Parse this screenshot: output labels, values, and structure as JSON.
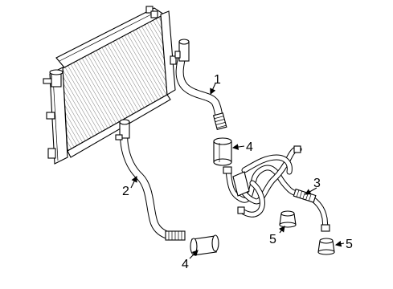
{
  "callouts": {
    "hose_upper": "1",
    "hose_lower": "2",
    "oil_cooler_lines": "3",
    "sleeve_upper": "4",
    "sleeve_lower": "4",
    "cap_left": "5",
    "cap_right": "5"
  },
  "colors": {
    "line": "#000000",
    "background": "#ffffff"
  }
}
